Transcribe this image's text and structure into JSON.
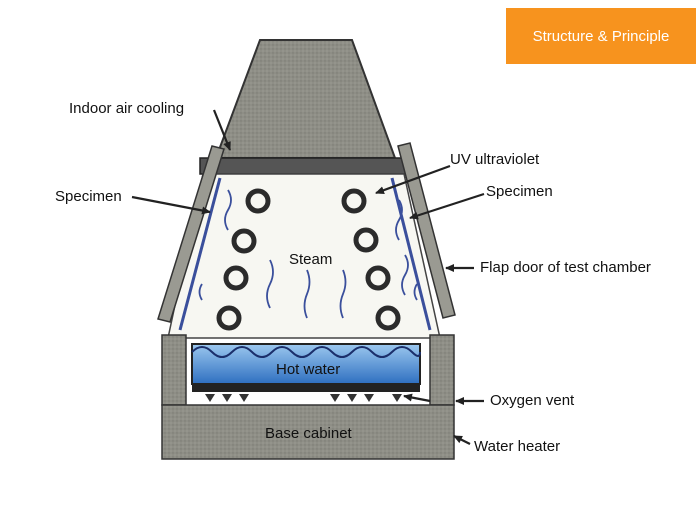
{
  "badge": {
    "text": "Structure & Principle"
  },
  "labels": {
    "indoor_air_cooling": "Indoor air cooling",
    "specimen_left": "Specimen",
    "uv_ultraviolet": "UV ultraviolet",
    "specimen_right": "Specimen",
    "steam": "Steam",
    "flap_door": "Flap door of test chamber",
    "hot_water": "Hot water",
    "oxygen_vent": "Oxygen vent",
    "base_cabinet": "Base cabinet",
    "water_heater": "Water heater"
  },
  "colors": {
    "badge": "#f7931e",
    "chimney": "#8c8c84",
    "chamber_wall": "#9a9a92",
    "chamber_interior": "#f7f7f2",
    "uv_lamp": "#2b2b2b",
    "specimen_line": "#3a4f9c",
    "hot_water": "#4a8fd6",
    "base_cabinet": "#8a8a82"
  }
}
